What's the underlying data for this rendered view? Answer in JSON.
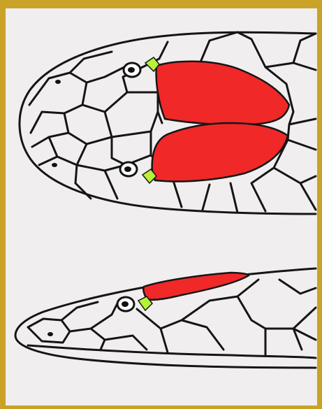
{
  "colors": {
    "frame": "#c9a227",
    "paper": "#f1eef0",
    "outline": "#151515",
    "highlight_red": "#f02828",
    "highlight_green": "#b6f23a",
    "pupil": "#111111",
    "eye_fill": "#ffffff"
  },
  "figure": {
    "views": [
      "dorsal-view-of-snake-head",
      "lateral-view-of-snake-head"
    ],
    "highlighted_scales": [
      "paired-parietal-scales",
      "postocular-scales"
    ]
  }
}
